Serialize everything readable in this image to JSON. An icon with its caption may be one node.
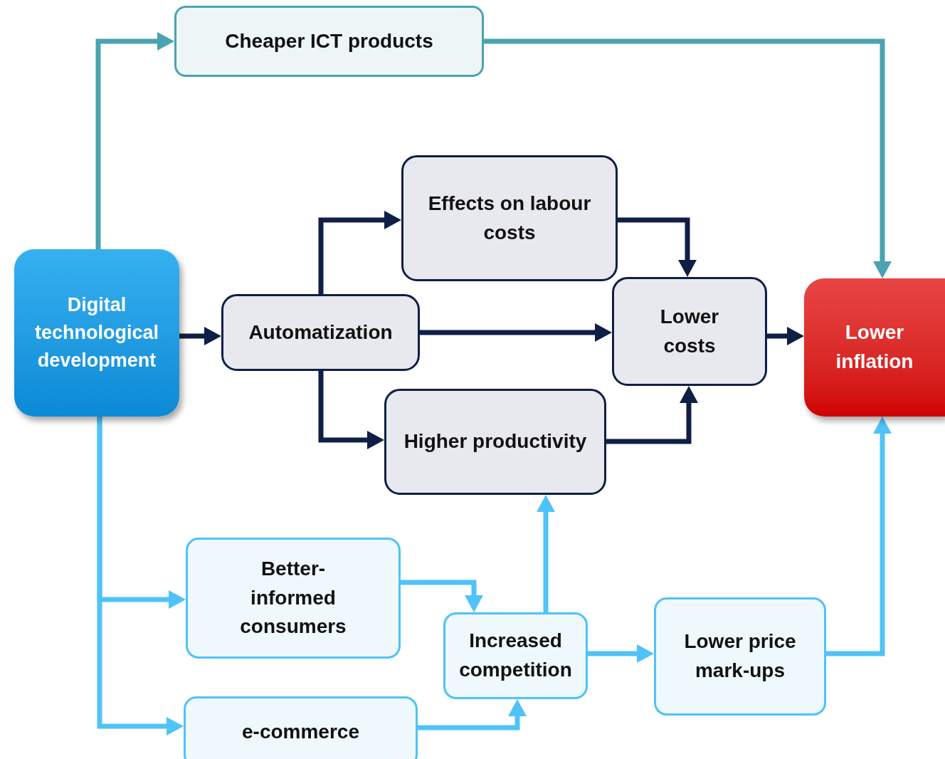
{
  "diagram": {
    "nodes": [
      {
        "text": [
          "Digital technological development"
        ]
      },
      {
        "text": [
          "Cheaper ICT products"
        ]
      },
      {
        "text": [
          "Effects on labour costs"
        ]
      },
      {
        "text": [
          "Automatization"
        ]
      },
      {
        "text": [
          "Lower costs"
        ]
      },
      {
        "text": [
          "Lower inflation"
        ]
      },
      {
        "text": [
          "Higher productivity"
        ]
      },
      {
        "text": [
          "Better-informed consumers"
        ]
      },
      {
        "text": [
          "Increased competition"
        ]
      },
      {
        "text": [
          "Lower price mark-ups"
        ]
      },
      {
        "text": [
          "e-commerce"
        ]
      }
    ],
    "edges": [
      {
        "from": 0,
        "to": 1,
        "arrow": "to",
        "color": "#4aa3b0"
      },
      {
        "from": 1,
        "to": 5,
        "arrow": "to",
        "color": "#4aa3b0"
      },
      {
        "from": 0,
        "to": 3,
        "arrow": "to",
        "color": "#0f1f45"
      },
      {
        "from": 3,
        "to": 2,
        "arrow": "to",
        "color": "#0f1f45"
      },
      {
        "from": 3,
        "to": 4,
        "arrow": "to",
        "color": "#0f1f45"
      },
      {
        "from": 3,
        "to": 6,
        "arrow": "to",
        "color": "#0f1f45"
      },
      {
        "from": 2,
        "to": 4,
        "arrow": "to",
        "color": "#0f1f45"
      },
      {
        "from": 6,
        "to": 4,
        "arrow": "to",
        "color": "#0f1f45"
      },
      {
        "from": 4,
        "to": 5,
        "arrow": "to",
        "color": "#0f1f45"
      },
      {
        "from": 0,
        "to": 7,
        "arrow": "to",
        "color": "#4fc3f7"
      },
      {
        "from": 0,
        "to": 10,
        "arrow": "to",
        "color": "#4fc3f7"
      },
      {
        "from": 7,
        "to": 8,
        "arrow": "to",
        "color": "#4fc3f7"
      },
      {
        "from": 10,
        "to": 8,
        "arrow": "to",
        "color": "#4fc3f7"
      },
      {
        "from": 8,
        "to": 6,
        "arrow": "to",
        "color": "#4fc3f7"
      },
      {
        "from": 8,
        "to": 9,
        "arrow": "to",
        "color": "#4fc3f7"
      },
      {
        "from": 9,
        "to": 5,
        "arrow": "to",
        "color": "#4fc3f7"
      }
    ]
  }
}
